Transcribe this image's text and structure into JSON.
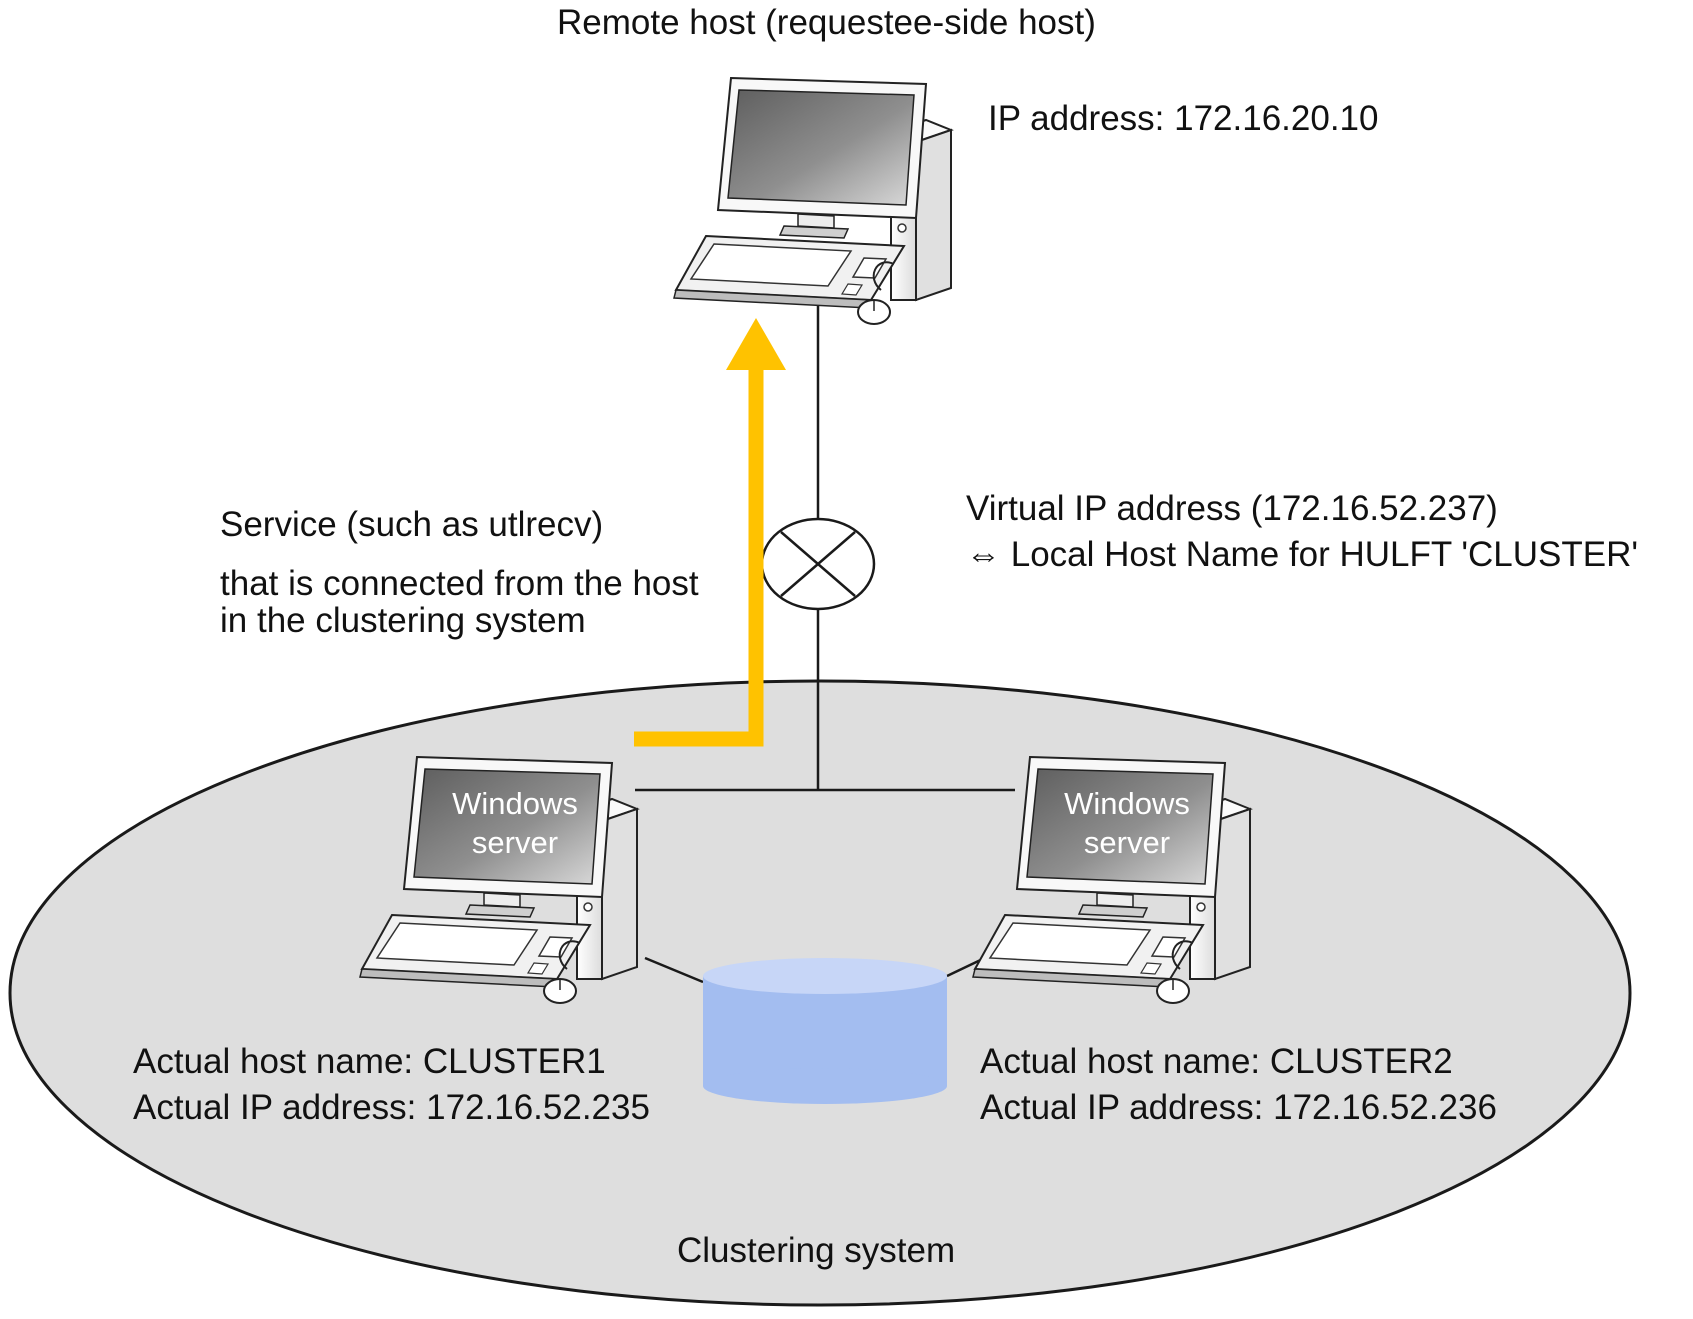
{
  "colors": {
    "accent_arrow": "#ffc200",
    "cluster_fill": "#dedede",
    "storage_fill": "#a3bdf0",
    "storage_top": "#c7d6f7",
    "line": "#1a1a1a"
  },
  "remote_host": {
    "title": "Remote host (requestee-side host)",
    "ip_label": "IP address: 172.16.20.10",
    "icon": "desktop-computer-icon"
  },
  "service": {
    "line1": "Service (such as utlrecv)",
    "line2": "that is connected from the host",
    "line3": "in the clustering system"
  },
  "virtual_ip": {
    "line1": "Virtual IP address (172.16.52.237)",
    "line2": "⇔ Local Host Name for HULFT 'CLUSTER'",
    "icon": "router-icon"
  },
  "cluster1": {
    "screen_line1": "Windows",
    "screen_line2": "server",
    "host_label": "Actual host name: CLUSTER1",
    "ip_label": "Actual IP address: 172.16.52.235",
    "icon": "desktop-computer-icon"
  },
  "cluster2": {
    "screen_line1": "Windows",
    "screen_line2": "server",
    "host_label": "Actual host name: CLUSTER2",
    "ip_label": "Actual IP address: 172.16.52.236",
    "icon": "desktop-computer-icon"
  },
  "storage": {
    "icon": "shared-disk-icon"
  },
  "clustering_system": {
    "label": "Clustering system"
  }
}
